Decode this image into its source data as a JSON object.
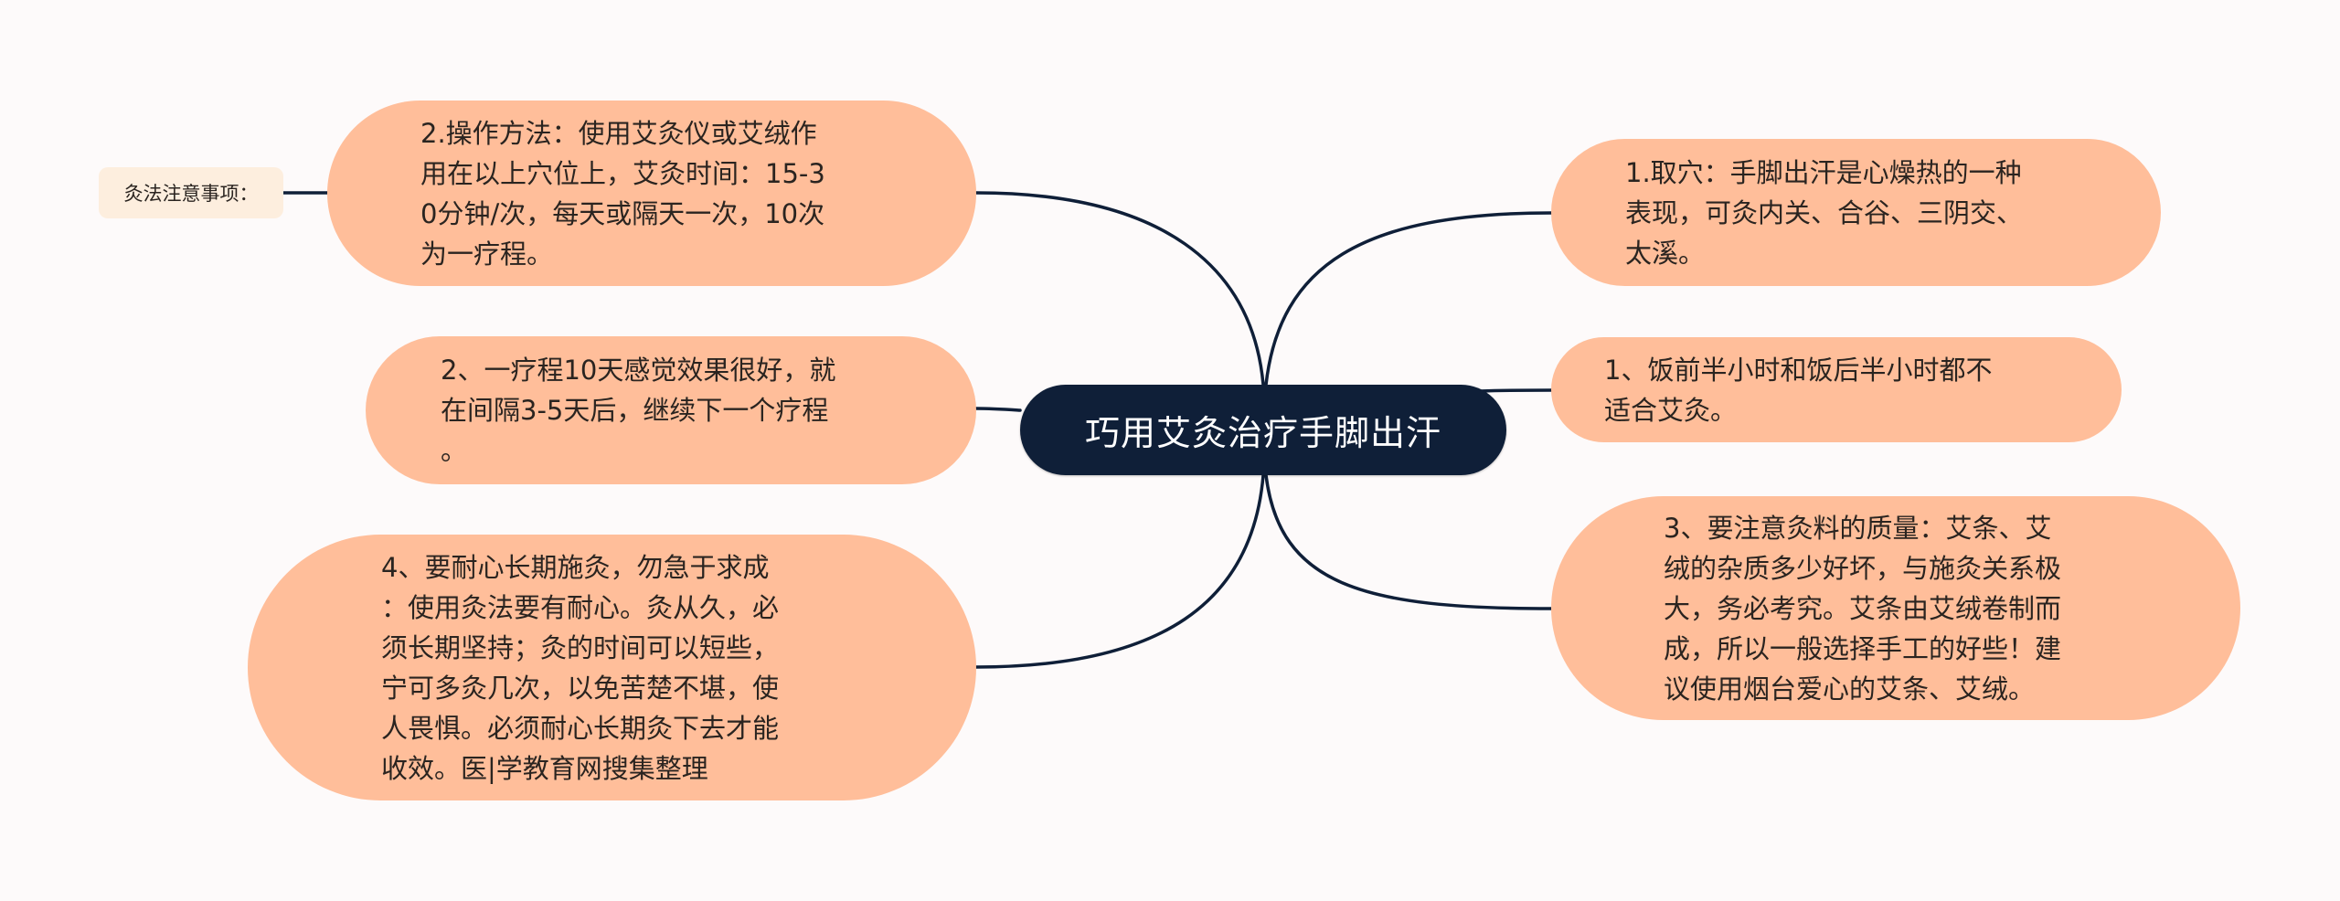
{
  "mindmap": {
    "root": {
      "title": "巧用艾灸治疗手脚出汗"
    },
    "left_branches": [
      {
        "text": "2.操作方法：使用艾灸仪或艾绒作\n用在以上穴位上，艾灸时间：15-3\n0分钟/次，每天或隔天一次，10次\n为一疗程。",
        "label": "灸法注意事项："
      },
      {
        "text": "2、一疗程10天感觉效果很好，就\n在间隔3-5天后，继续下一个疗程\n。"
      },
      {
        "text": "4、要耐心长期施灸，勿急于求成\n：使用灸法要有耐心。灸从久，必\n须长期坚持；灸的时间可以短些，\n宁可多灸几次，以免苦楚不堪，使\n人畏惧。必须耐心长期灸下去才能\n收效。医|学教育网搜集整理"
      }
    ],
    "right_branches": [
      {
        "text": "1.取穴：手脚出汗是心燥热的一种\n表现，可灸内关、合谷、三阴交、\n太溪。"
      },
      {
        "text": "1、饭前半小时和饭后半小时都不\n适合艾灸。"
      },
      {
        "text": "3、要注意灸料的质量：艾条、艾\n绒的杂质多少好坏，与施灸关系极\n大，务必考究。艾条由艾绒卷制而\n成，所以一般选择手工的好些！建\n议使用烟台爱心的艾条、艾绒。"
      }
    ],
    "colors": {
      "background": "#fdfafa",
      "root_fill": "#0f1f38",
      "root_text": "#ffffff",
      "branch_fill": "#ffbe9a",
      "label_fill": "#fdeede",
      "connector": "#0f1f38",
      "text": "#2a2420"
    }
  }
}
